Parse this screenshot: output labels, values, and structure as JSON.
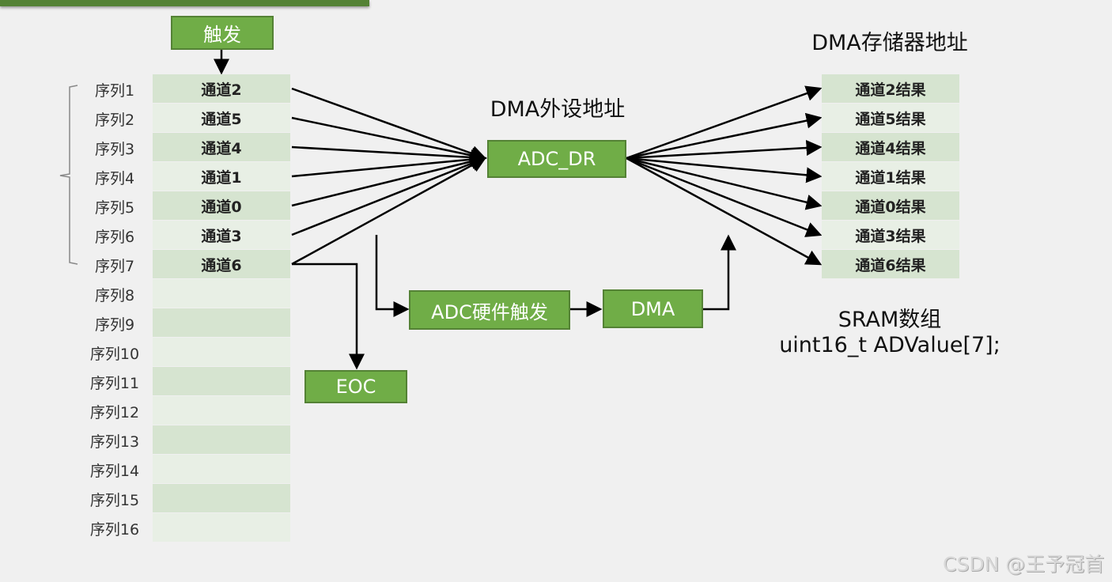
{
  "trigger_label": "触发",
  "sequence_labels": [
    "序列1",
    "序列2",
    "序列3",
    "序列4",
    "序列5",
    "序列6",
    "序列7",
    "序列8",
    "序列9",
    "序列10",
    "序列11",
    "序列12",
    "序列13",
    "序列14",
    "序列15",
    "序列16"
  ],
  "channels": [
    "通道2",
    "通道5",
    "通道4",
    "通道1",
    "通道0",
    "通道3",
    "通道6",
    "",
    "",
    "",
    "",
    "",
    "",
    "",
    "",
    ""
  ],
  "dma_peripheral_title": "DMA外设地址",
  "adc_dr_label": "ADC_DR",
  "dma_memory_title": "DMA存储器地址",
  "results": [
    "通道2结果",
    "通道5结果",
    "通道4结果",
    "通道1结果",
    "通道0结果",
    "通道3结果",
    "通道6结果"
  ],
  "adc_hw_trigger_label": "ADC硬件触发",
  "dma_label": "DMA",
  "eoc_label": "EOC",
  "sram_title": "SRAM数组",
  "sram_code": "uint16_t ADValue[7];",
  "watermark": "CSDN @王予冠首",
  "colors": {
    "box": "#70ad47",
    "box_border": "#548235",
    "row_dark": "#d6e4d0",
    "row_light": "#e8efe5"
  }
}
